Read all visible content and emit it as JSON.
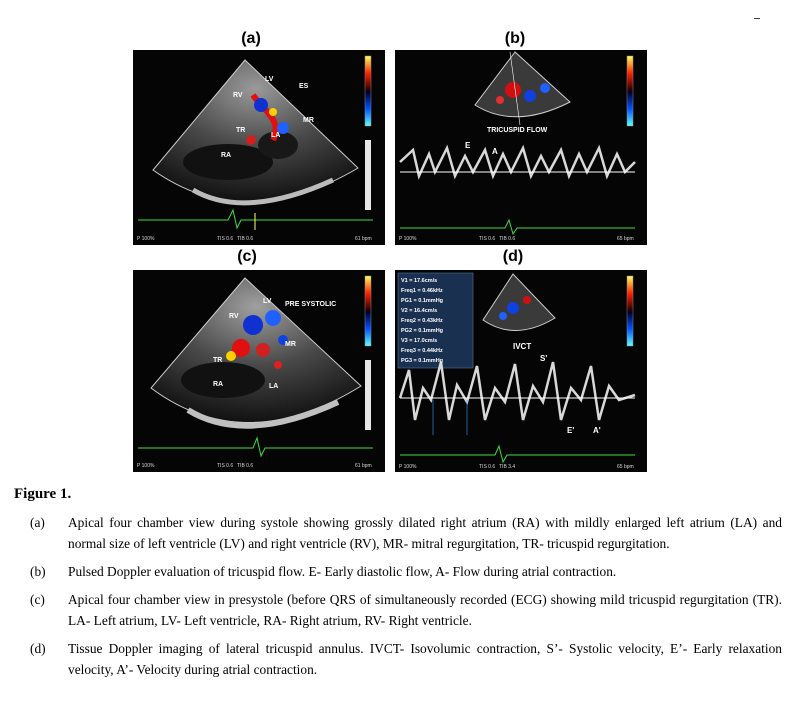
{
  "figure": {
    "panels": [
      {
        "id": "a",
        "label": "(a)",
        "annotations": [
          "RV",
          "LV",
          "ES",
          "TR",
          "LA",
          "MR",
          "RA"
        ],
        "footer": [
          "P 100%",
          "TIS 0.6",
          "TIB 0.6",
          "61 bpm"
        ]
      },
      {
        "id": "b",
        "label": "(b)",
        "annotations": [
          "TRICUSPID FLOW",
          "E",
          "A"
        ],
        "footer": [
          "P 100%",
          "TIS 0.6",
          "TIB 0.6",
          "65 bpm"
        ]
      },
      {
        "id": "c",
        "label": "(c)",
        "annotations": [
          "RV",
          "LV",
          "PRE SYSTOLIC",
          "TR",
          "MR",
          "RA",
          "LA"
        ],
        "footer": [
          "P 100%",
          "TIS 0.6",
          "TIB 0.6",
          "61 bpm"
        ]
      },
      {
        "id": "d",
        "label": "(d)",
        "measurements": [
          "V1 = 17.6cm/s",
          "Freq1 = 0.46kHz",
          "PG1 = 0.1mmHg",
          "V2 = 16.4cm/s",
          "Freq2 = 0.43kHz",
          "PG2 = 0.1mmHg",
          "V3 = 17.0cm/s",
          "Freq3 = 0.44kHz",
          "PG3 = 0.1mmHg"
        ],
        "annotations": [
          "IVCT",
          "S'",
          "E'",
          "A'"
        ],
        "footer": [
          "P 100%",
          "TIS 0.6",
          "TIB 3.4",
          "65 bpm"
        ]
      }
    ],
    "title": "Figure 1.",
    "captions": [
      {
        "id": "(a)",
        "text": "Apical four chamber view during systole showing grossly dilated right atrium (RA) with mildly enlarged left atrium (LA) and normal size of left ventricle (LV) and right ventricle (RV), MR- mitral regurgitation, TR- tricuspid regurgitation."
      },
      {
        "id": "(b)",
        "text": "Pulsed Doppler evaluation of tricuspid flow. E- Early diastolic flow, A- Flow during atrial contraction."
      },
      {
        "id": "(c)",
        "text": "Apical four chamber view in presystole (before QRS of simultaneously recorded (ECG) showing mild tricuspid regurgitation (TR). LA- Left atrium, LV- Left ventricle, RA- Right atrium, RV- Right ventricle."
      },
      {
        "id": "(d)",
        "text": "Tissue Doppler imaging of lateral tricuspid annulus. IVCT- Isovolumic contraction, S’- Systolic velocity, E’- Early relaxation velocity, A’- Velocity during atrial contraction."
      }
    ]
  }
}
